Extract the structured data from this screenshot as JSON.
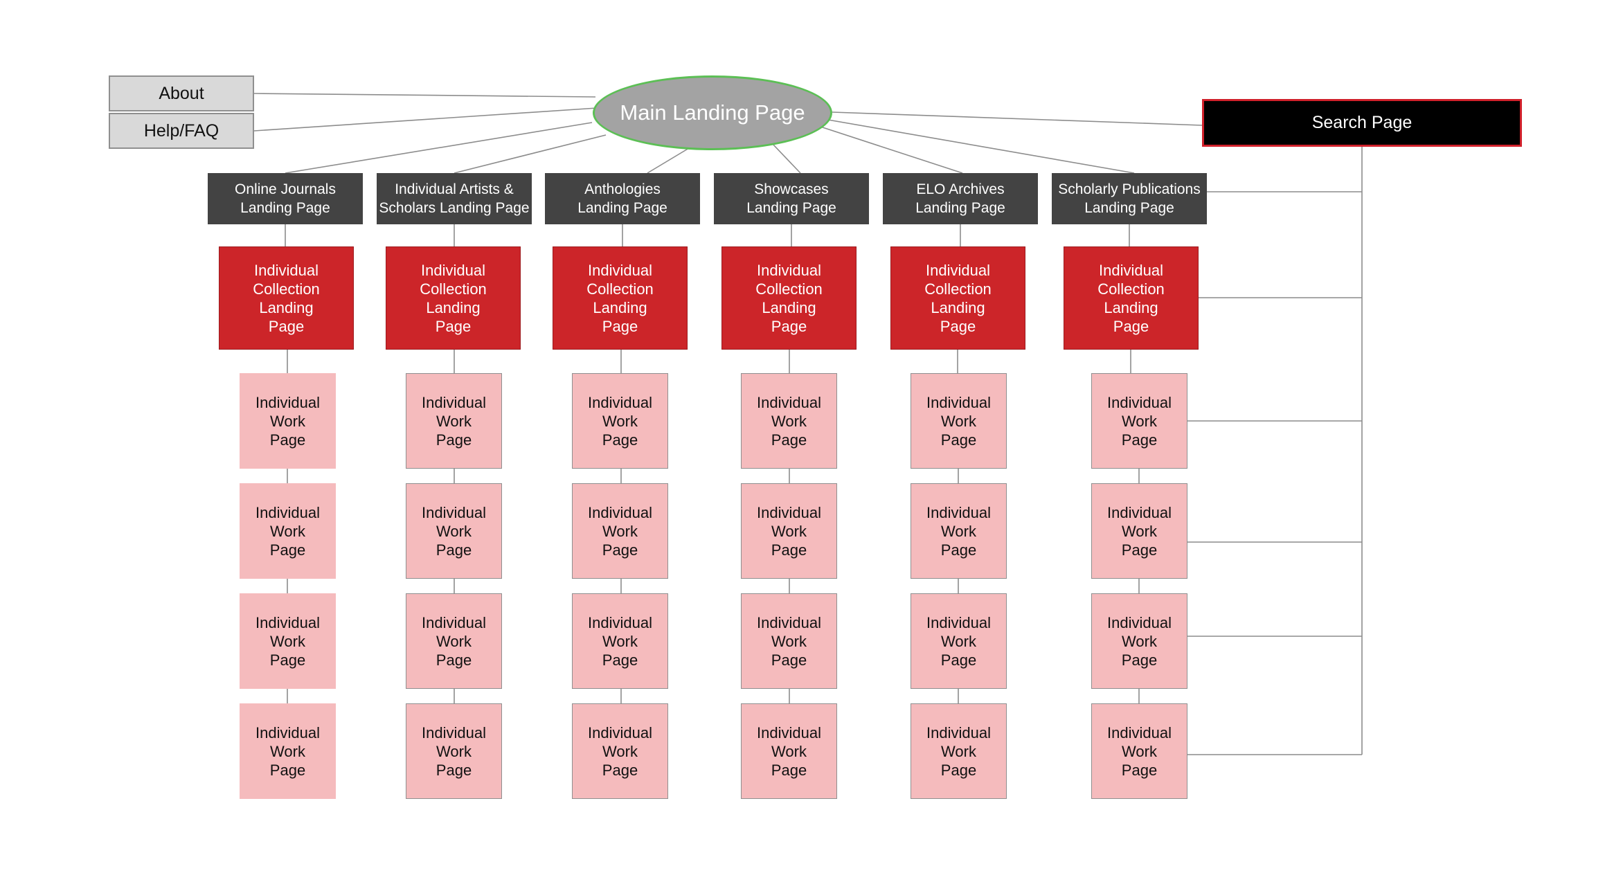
{
  "main": {
    "label": "Main Landing Page"
  },
  "about": {
    "label": "About"
  },
  "help": {
    "label": "Help/FAQ"
  },
  "search": {
    "label": "Search Page"
  },
  "colors": {
    "ellipse_fill": "#a3a3a3",
    "ellipse_border": "#5cbf55",
    "section_fill": "#434343",
    "collection_fill": "#cc2529",
    "work_fill": "#f5bbbd",
    "search_fill": "#000000",
    "search_border": "#d0212b",
    "line": "#8c8c8c"
  },
  "sections": [
    {
      "label": "Online Journals\nLanding Page",
      "collection": "Individual\nCollection\nLanding\nPage",
      "works": [
        "Individual\nWork\nPage",
        "Individual\nWork\nPage",
        "Individual\nWork\nPage",
        "Individual\nWork\nPage"
      ]
    },
    {
      "label": "Individual Artists &\nScholars Landing Page",
      "collection": "Individual\nCollection\nLanding\nPage",
      "works": [
        "Individual\nWork\nPage",
        "Individual\nWork\nPage",
        "Individual\nWork\nPage",
        "Individual\nWork\nPage"
      ]
    },
    {
      "label": "Anthologies\nLanding Page",
      "collection": "Individual\nCollection\nLanding\nPage",
      "works": [
        "Individual\nWork\nPage",
        "Individual\nWork\nPage",
        "Individual\nWork\nPage",
        "Individual\nWork\nPage"
      ]
    },
    {
      "label": "Showcases\nLanding Page",
      "collection": "Individual\nCollection\nLanding\nPage",
      "works": [
        "Individual\nWork\nPage",
        "Individual\nWork\nPage",
        "Individual\nWork\nPage",
        "Individual\nWork\nPage"
      ]
    },
    {
      "label": "ELO Archives\nLanding Page",
      "collection": "Individual\nCollection\nLanding\nPage",
      "works": [
        "Individual\nWork\nPage",
        "Individual\nWork\nPage",
        "Individual\nWork\nPage",
        "Individual\nWork\nPage"
      ]
    },
    {
      "label": "Scholarly Publications\nLanding Page",
      "collection": "Individual\nCollection\nLanding\nPage",
      "works": [
        "Individual\nWork\nPage",
        "Individual\nWork\nPage",
        "Individual\nWork\nPage",
        "Individual\nWork\nPage"
      ]
    }
  ]
}
